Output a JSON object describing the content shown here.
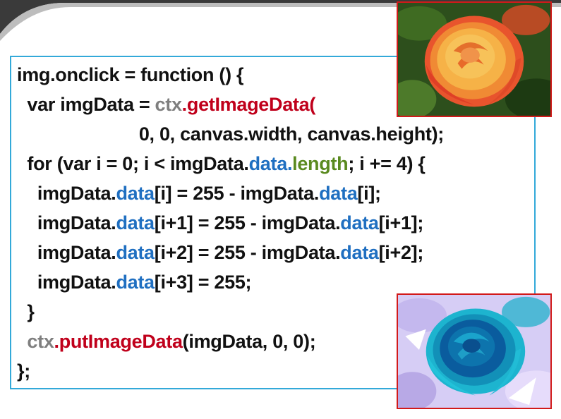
{
  "colors": {
    "border": "#33a9d9",
    "photo_border": "#d21a1a",
    "code_text": "#111111",
    "token_gray": "#7f7f7f",
    "token_red": "#c0001b",
    "token_blue": "#1f6fc1",
    "token_green": "#5a8a1f"
  },
  "images": {
    "original": "rose-photo",
    "inverted": "inverted-rose-photo"
  },
  "code": {
    "line1": {
      "text": "img.onclick = function () {"
    },
    "line2": {
      "indent": "  ",
      "t1": "var imgData = ",
      "t2": "ctx",
      "t3": ".",
      "t4": "getImageData",
      "t5": "("
    },
    "line3": {
      "indent": "                        ",
      "text": "0, 0, canvas.width, canvas.height);"
    },
    "line4": {
      "indent": "  ",
      "t1": "for (var i = 0; i < imgData.",
      "t2": "data",
      "t3": ".",
      "t4": "length",
      "t5": "; i += 4) {"
    },
    "line5": {
      "indent": "    ",
      "t1": "imgData.",
      "t2": "data",
      "t3": "[i] = 255 - imgData.",
      "t4": "data",
      "t5": "[i];"
    },
    "line6": {
      "indent": "    ",
      "t1": "imgData.",
      "t2": "data",
      "t3": "[i+1] = 255 - imgData.",
      "t4": "data",
      "t5": "[i+1];"
    },
    "line7": {
      "indent": "    ",
      "t1": "imgData.",
      "t2": "data",
      "t3": "[i+2] = 255 - imgData.",
      "t4": "data",
      "t5": "[i+2];"
    },
    "line8": {
      "indent": "    ",
      "t1": "imgData.",
      "t2": "data",
      "t3": "[i+3] = 255;"
    },
    "line9": {
      "indent": "  ",
      "text": "}"
    },
    "line10": {
      "indent": "  ",
      "t1": "ctx",
      "t2": ".",
      "t3": "putImageData",
      "t4": "(imgData, 0, 0);"
    },
    "line11": {
      "text": "};"
    }
  }
}
